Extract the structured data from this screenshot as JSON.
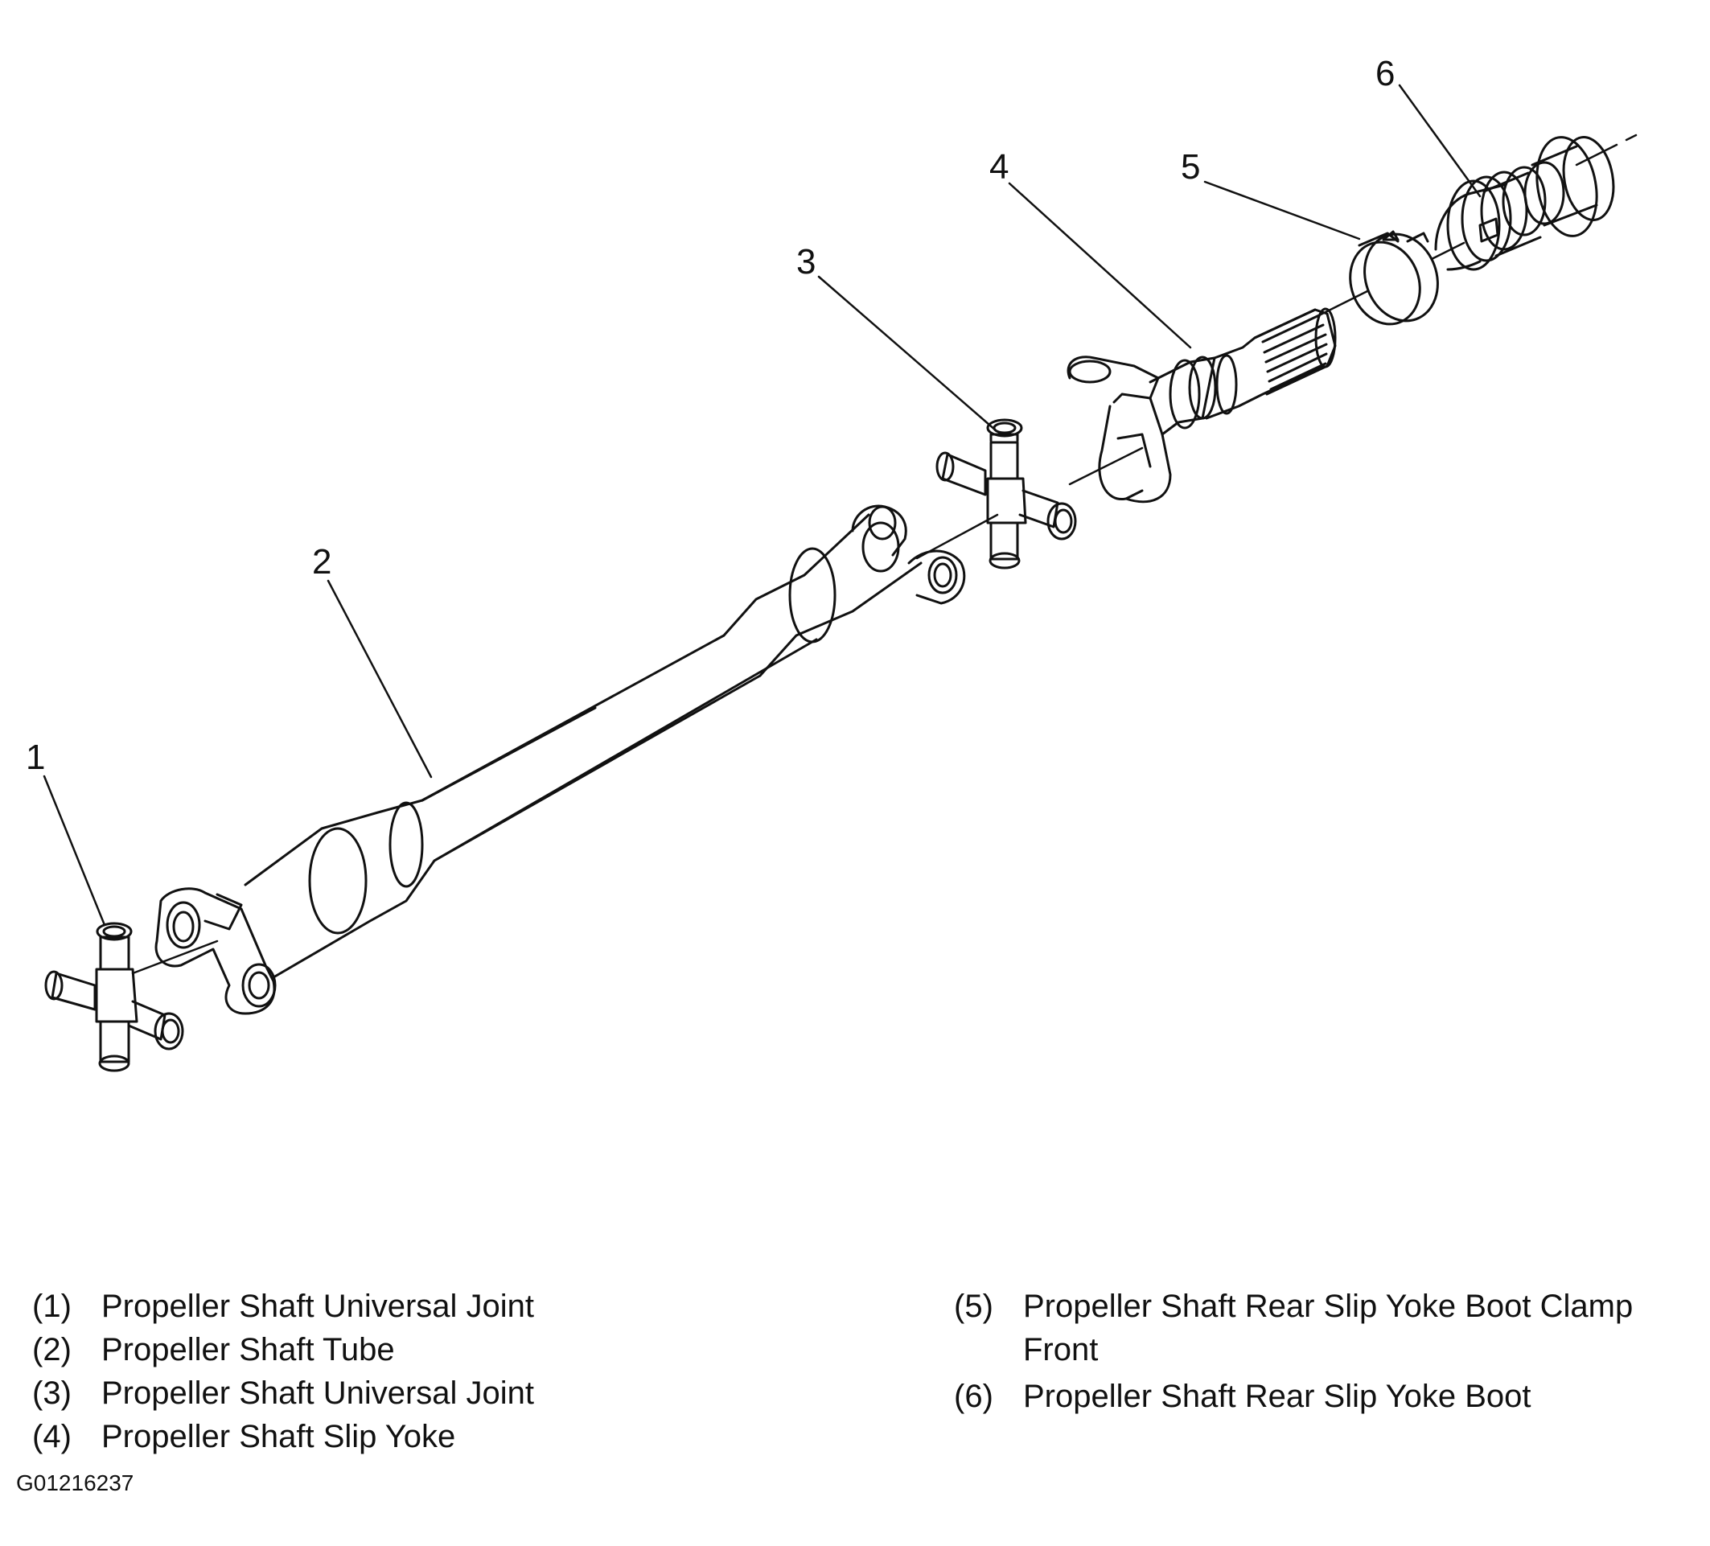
{
  "callouts": [
    "1",
    "2",
    "3",
    "4",
    "5",
    "6"
  ],
  "legend_left": [
    {
      "num": "(1)",
      "label": "Propeller Shaft Universal Joint"
    },
    {
      "num": "(2)",
      "label": "Propeller Shaft Tube"
    },
    {
      "num": "(3)",
      "label": "Propeller Shaft Universal Joint"
    },
    {
      "num": "(4)",
      "label": "Propeller Shaft Slip Yoke"
    }
  ],
  "legend_right": [
    {
      "num": "(5)",
      "label": "Propeller Shaft Rear Slip Yoke Boot Clamp Front"
    },
    {
      "num": "(6)",
      "label": "Propeller Shaft Rear Slip Yoke Boot"
    }
  ],
  "figure_code": "G01216237"
}
